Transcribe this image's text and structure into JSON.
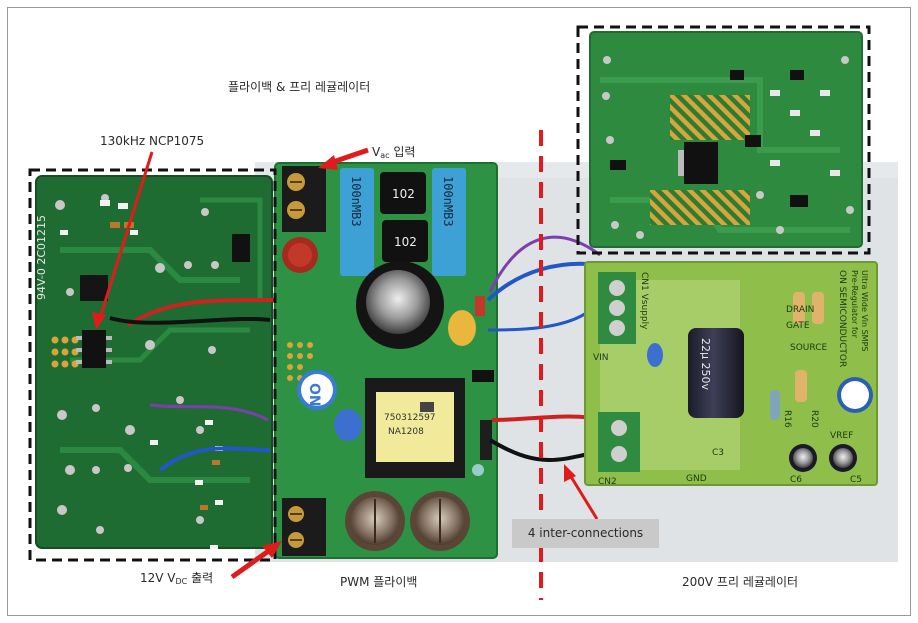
{
  "labels": {
    "flyback_pre": "플라이백 & 프리 레귤레이터",
    "ncp": "130kHz NCP1075",
    "vac_main": "V",
    "vac_sub": "ac",
    "vac_tail": " 입력",
    "out_main": "12V V",
    "out_sub": "DC",
    "out_tail": " 출력",
    "pwm": "PWM 플라이백",
    "pre200": "200V 프리 레귤레이터",
    "inter": "4 inter-connections"
  },
  "pcb_marks": {
    "cap_102_a": "102",
    "cap_102_b": "102",
    "xcap_a": "100nMB3",
    "xcap_b": "100nMB3",
    "transformer_part": "750312597",
    "transformer_rev": "NA1208",
    "elcap": "22μ 250v",
    "on_logo": "ON",
    "cn1": "CN1 Vsupply",
    "cn2": "CN2",
    "vin": "VIN",
    "drain": "DRAIN",
    "gate": "GATE",
    "source": "SOURCE",
    "gnd": "GND",
    "c3": "C3",
    "c5": "C5",
    "c6": "C6",
    "r16": "R16",
    "r20": "R20",
    "vref": "VREF",
    "board_id": "94V-0 2C01215",
    "semi_title": "ON SEMICONDUCTOR",
    "semi_sub1": "Pre-Regulator for",
    "semi_sub2": "Ultra Wide Vin SMPS"
  },
  "colors": {
    "arrow": "#e01b1b",
    "divider": "#e01b1b",
    "pcb_green": "#2d8a3e",
    "pcb_light": "#7cb342",
    "wall": "#dfe3e6"
  }
}
